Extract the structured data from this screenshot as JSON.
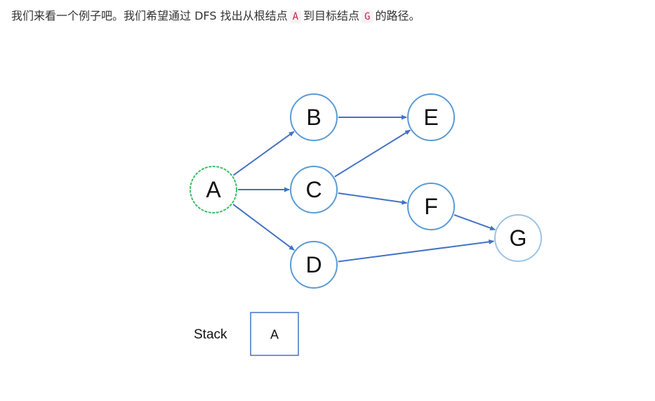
{
  "intro": {
    "text_1": "我们来看一个例子吧。我们希望通过 DFS 找出从根结点",
    "code_start": "A",
    "text_2": "到目标结点",
    "code_target": "G",
    "text_3": "的路径。"
  },
  "graph": {
    "nodes": [
      {
        "id": "A",
        "label": "A",
        "status": "root",
        "color": "#3cbf6a"
      },
      {
        "id": "B",
        "label": "B",
        "status": "normal",
        "color": "#5b9bd5"
      },
      {
        "id": "C",
        "label": "C",
        "status": "normal",
        "color": "#5b9bd5"
      },
      {
        "id": "D",
        "label": "D",
        "status": "normal",
        "color": "#5b9bd5"
      },
      {
        "id": "E",
        "label": "E",
        "status": "normal",
        "color": "#5b9bd5"
      },
      {
        "id": "F",
        "label": "F",
        "status": "normal",
        "color": "#5b9bd5"
      },
      {
        "id": "G",
        "label": "G",
        "status": "target",
        "color": "#9cc3e6"
      }
    ],
    "edges": [
      {
        "from": "A",
        "to": "B"
      },
      {
        "from": "A",
        "to": "C"
      },
      {
        "from": "A",
        "to": "D"
      },
      {
        "from": "B",
        "to": "E"
      },
      {
        "from": "C",
        "to": "E"
      },
      {
        "from": "C",
        "to": "F"
      },
      {
        "from": "F",
        "to": "G"
      },
      {
        "from": "D",
        "to": "G"
      }
    ],
    "edge_color": "#4472c4"
  },
  "stack": {
    "title": "Stack",
    "items": [
      "A"
    ],
    "border_color": "#4472c4"
  }
}
